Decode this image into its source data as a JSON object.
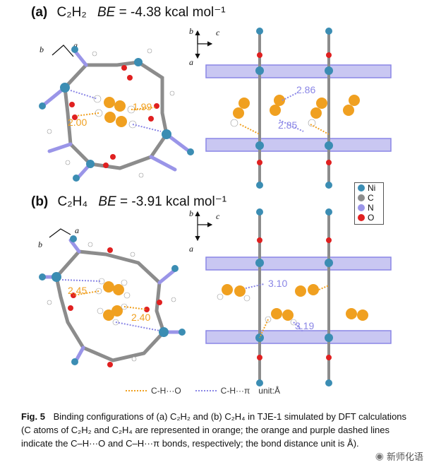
{
  "panel_a": {
    "label": "(a)",
    "molecule": "C₂H₂",
    "be_label": "BE",
    "be_value": "= -4.38 kcal mol⁻¹",
    "distances": [
      "1.99",
      "2.00",
      "2.86",
      "2.85"
    ],
    "left_axes": [
      "b",
      "a"
    ],
    "right_axes": [
      "b",
      "c",
      "a"
    ]
  },
  "panel_b": {
    "label": "(b)",
    "molecule": "C₂H₄",
    "be_label": "BE",
    "be_value": "= -3.91 kcal mol⁻¹",
    "distances": [
      "2.45",
      "2.40",
      "3.10",
      "3.19"
    ],
    "left_axes": [
      "b",
      "a"
    ],
    "right_axes": [
      "b",
      "c",
      "a"
    ]
  },
  "atom_legend": [
    {
      "symbol": "Ni",
      "color": "#3b8db3"
    },
    {
      "symbol": "C",
      "color": "#8c8c8c"
    },
    {
      "symbol": "N",
      "color": "#9a95e8"
    },
    {
      "symbol": "O",
      "color": "#e02020"
    }
  ],
  "bond_legend": {
    "ch_o": "C-H···O",
    "ch_pi": "C-H···π",
    "unit": "unit:Å"
  },
  "caption": {
    "fig": "Fig. 5",
    "text": "Binding configurations of (a) C₂H₂ and (b) C₂H₄ in TJE-1 simulated by DFT calculations (C atoms of C₂H₂ and C₂H₄ are represented in orange; the orange and purple dashed lines indicate the C–H···O and C–H···π bonds, respectively; the bond distance unit is Å)."
  },
  "watermark": "新师化语",
  "colors": {
    "orange": "#f0a020",
    "purple": "#8a86e6",
    "ni": "#3b8db3",
    "o": "#e02020",
    "c": "#8c8c8c"
  }
}
